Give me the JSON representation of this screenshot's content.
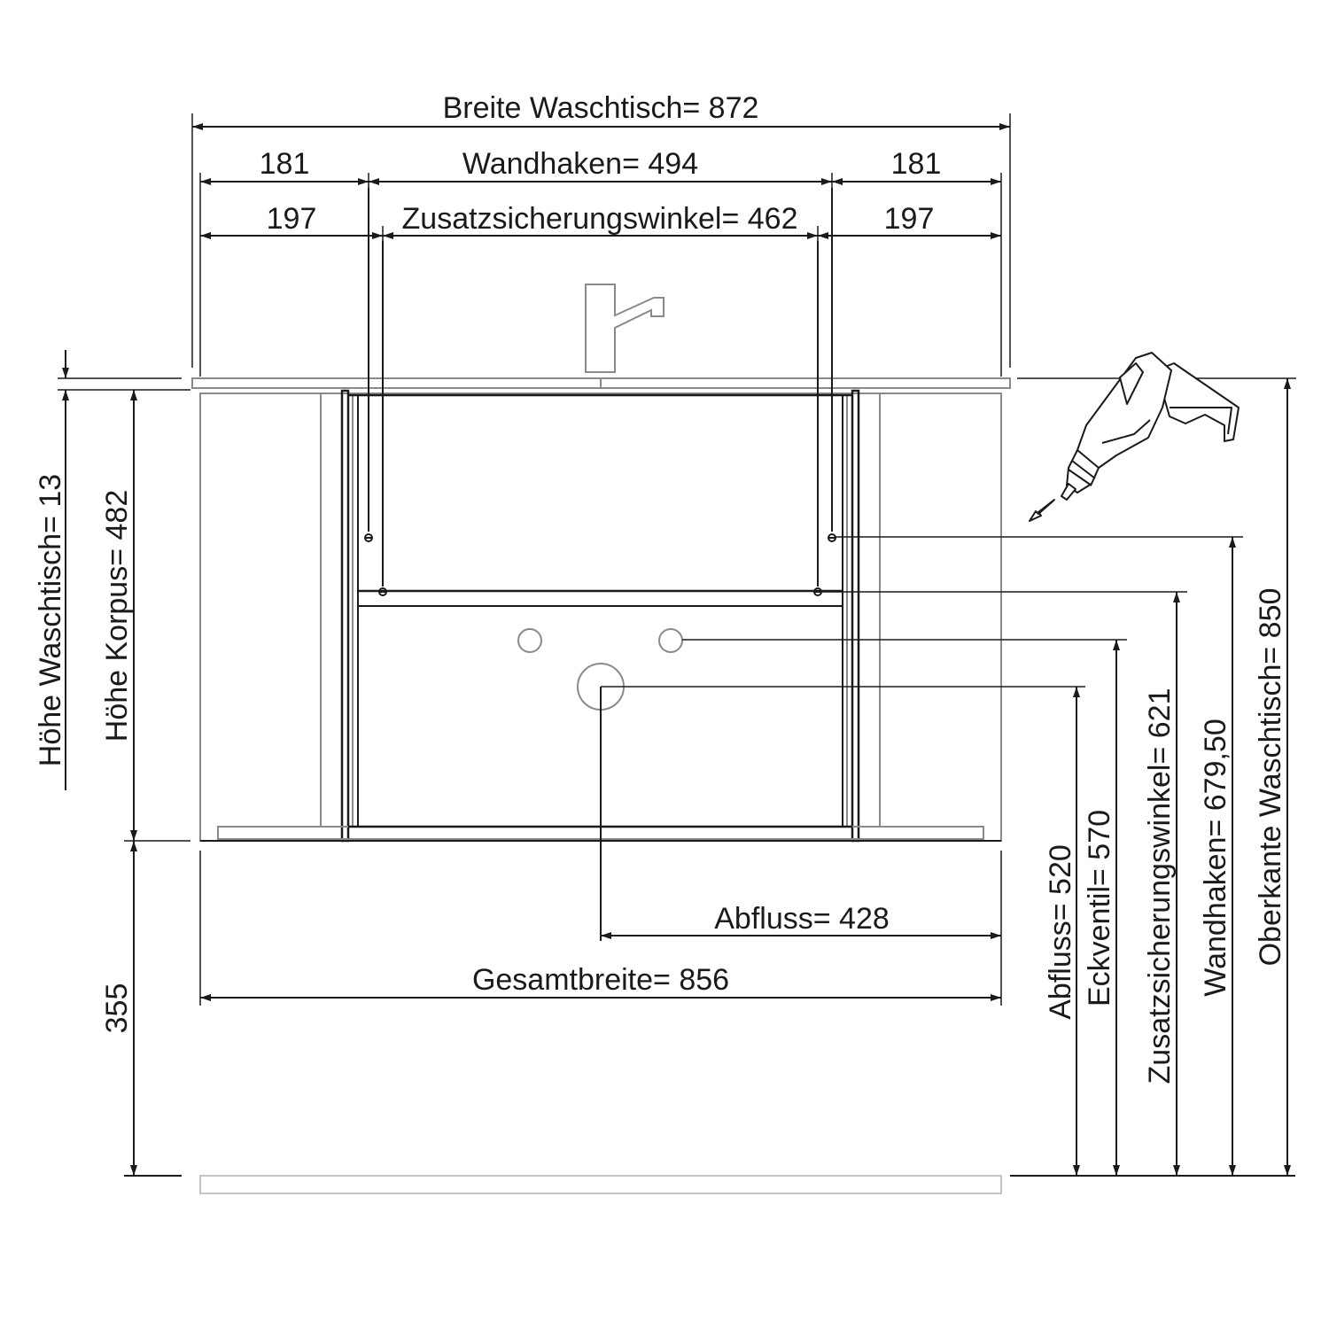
{
  "labels": {
    "breite_waschtisch": "Breite Waschtisch= 872",
    "side_left_181": "181",
    "wandhaken_494": "Wandhaken=  494",
    "side_right_181": "181",
    "side_left_197": "197",
    "zusatz_462": "Zusatzsicherungswinkel=  462",
    "side_right_197": "197",
    "hoehe_waschtisch": "Höhe Waschtisch= 13",
    "hoehe_korpus": "Höhe Korpus= 482",
    "h355": "355",
    "abfluss_428": "Abfluss= 428",
    "gesamtbreite": "Gesamtbreite= 856",
    "abfluss_520": "Abfluss= 520",
    "eckventil_570": "Eckventil= 570",
    "zusatz_621": "Zusatzsicherungswinkel= 621",
    "wandhaken_67950": "Wandhaken= 679,50",
    "oberkante_850": "Oberkante Waschtisch= 850"
  },
  "icons": {
    "drill": "drill-icon",
    "faucet": "faucet-icon"
  }
}
